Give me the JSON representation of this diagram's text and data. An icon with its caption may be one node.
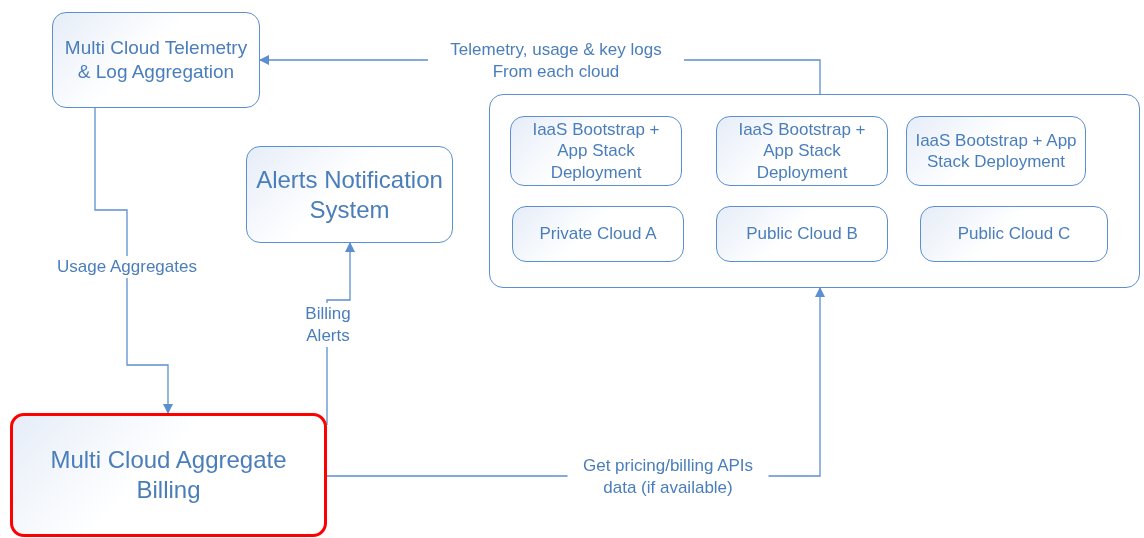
{
  "diagram": {
    "nodes": [
      {
        "text": [
          "Multi Cloud Telemetry & Log Aggregation"
        ]
      },
      {
        "text": [
          "Alerts Notification System"
        ]
      },
      {
        "text": [],
        "shape": "box"
      },
      {
        "text": [
          "IaaS Bootstrap + App Stack Deployment"
        ],
        "in": 2
      },
      {
        "text": [
          "IaaS Bootstrap + App Stack Deployment"
        ],
        "in": 2
      },
      {
        "text": [
          "IaaS Bootstrap + App Stack Deployment"
        ],
        "in": 2
      },
      {
        "text": [
          "Private Cloud A"
        ],
        "in": 2
      },
      {
        "text": [
          "Public Cloud B"
        ],
        "in": 2
      },
      {
        "text": [
          "Public Cloud C"
        ],
        "in": 2
      },
      {
        "text": [
          "Multi Cloud Aggregate Billing"
        ]
      }
    ],
    "edges": [
      {
        "from": 2,
        "to": 0,
        "arrow": "to",
        "label": "Telemetry, usage & key logs From each cloud"
      },
      {
        "from": 0,
        "to": 9,
        "arrow": "to",
        "label": "Usage Aggregates"
      },
      {
        "from": 9,
        "to": 1,
        "arrow": "to",
        "label": "Billing Alerts"
      },
      {
        "from": 9,
        "to": 2,
        "arrow": "to",
        "label": "Get pricing/billing APIs data (if available)"
      }
    ]
  }
}
